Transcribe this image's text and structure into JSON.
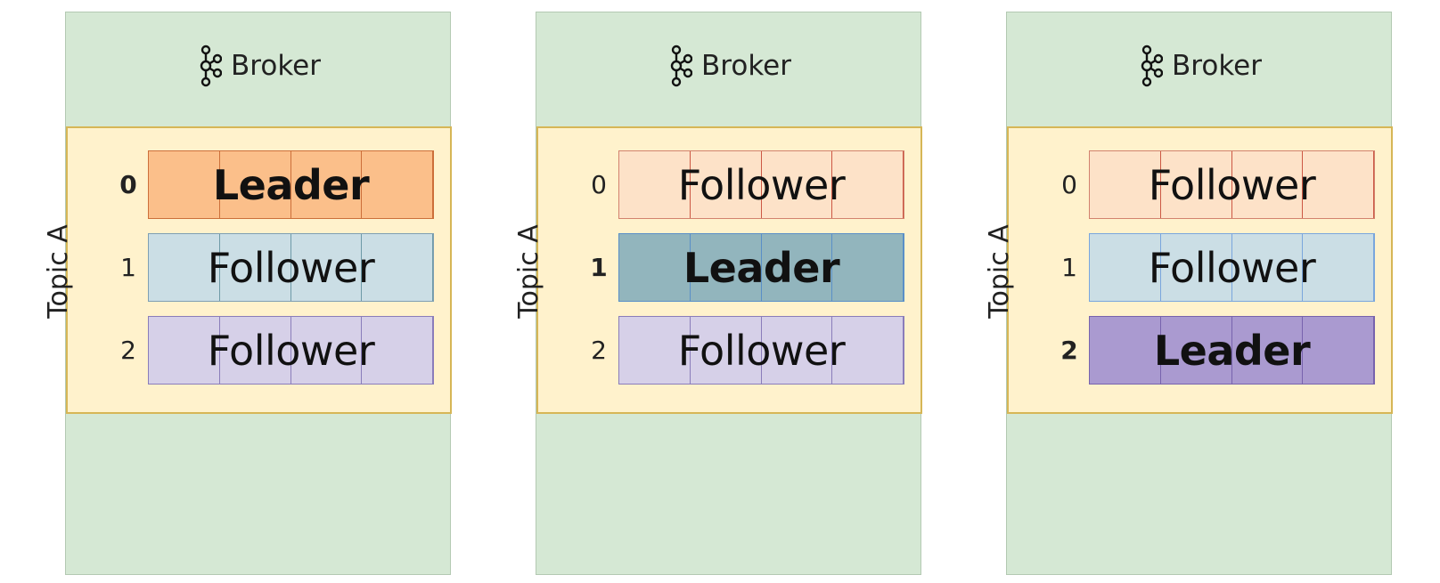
{
  "brokers": [
    {
      "label": "Broker",
      "topic": "Topic A",
      "partitions": [
        {
          "number": "0",
          "role": "Leader"
        },
        {
          "number": "1",
          "role": "Follower"
        },
        {
          "number": "2",
          "role": "Follower"
        }
      ]
    },
    {
      "label": "Broker",
      "topic": "Topic A",
      "partitions": [
        {
          "number": "0",
          "role": "Follower"
        },
        {
          "number": "1",
          "role": "Leader"
        },
        {
          "number": "2",
          "role": "Follower"
        }
      ]
    },
    {
      "label": "Broker",
      "topic": "Topic A",
      "partitions": [
        {
          "number": "0",
          "role": "Follower"
        },
        {
          "number": "1",
          "role": "Follower"
        },
        {
          "number": "2",
          "role": "Leader"
        }
      ]
    }
  ],
  "colors": {
    "broker_bg": "#d5e8d4",
    "topic_bg": "#fff2cc",
    "partition0_leader": "#fbbf8a",
    "partition0_follower": "#fde2c8",
    "partition1_leader": "#92b5bd",
    "partition1_follower": "#cbdee5",
    "partition2_leader": "#aa9ad0",
    "partition2_follower": "#d6d0e8"
  },
  "icons": {
    "broker": "kafka-icon"
  }
}
